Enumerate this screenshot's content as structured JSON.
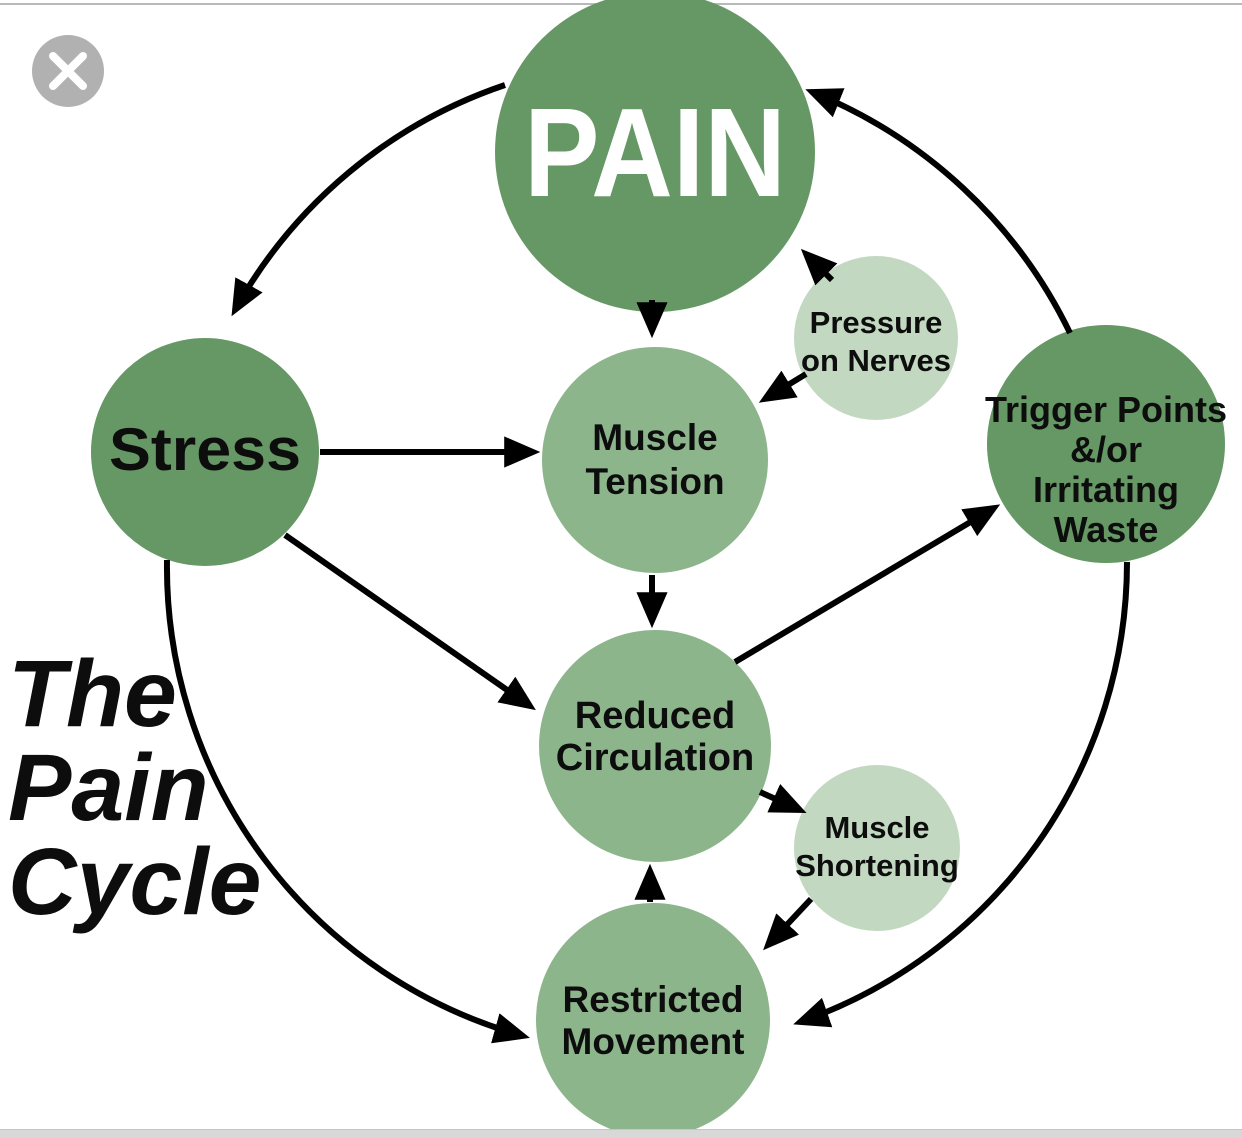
{
  "viewer": {
    "close_label": "Close",
    "icons": {
      "close": "x-mark"
    },
    "colors": {
      "close_bg": "#b1b1b1",
      "close_x": "#ffffff",
      "top_border": "#b9b9b9",
      "bottom_bar": "#d8d8d8"
    }
  },
  "diagram": {
    "title": "The Pain Cycle",
    "title_lines": [
      "The",
      "Pain",
      "Cycle"
    ],
    "colors": {
      "node_dark": "#669865",
      "node_medium": "#8db58c",
      "node_light": "#c3d8c1",
      "text_dark": "#0d0d0d",
      "text_light": "#ffffff",
      "arrow": "#000000",
      "background": "#ffffff"
    },
    "nodes": {
      "pain": {
        "lines": [
          "PAIN"
        ]
      },
      "stress": {
        "lines": [
          "Stress"
        ]
      },
      "muscle_tension": {
        "lines": [
          "Muscle",
          "Tension"
        ]
      },
      "pressure_on_nerves": {
        "lines": [
          "Pressure",
          "on Nerves"
        ]
      },
      "trigger_points": {
        "lines": [
          "Trigger Points",
          "&/or",
          "Irritating",
          "Waste"
        ]
      },
      "reduced_circulation": {
        "lines": [
          "Reduced",
          "Circulation"
        ]
      },
      "muscle_shortening": {
        "lines": [
          "Muscle",
          "Shortening"
        ]
      },
      "restricted_movement": {
        "lines": [
          "Restricted",
          "Movement"
        ]
      }
    },
    "edges": [
      {
        "from": "pain",
        "to": "stress"
      },
      {
        "from": "pain",
        "to": "muscle_tension"
      },
      {
        "from": "stress",
        "to": "muscle_tension"
      },
      {
        "from": "stress",
        "to": "reduced_circulation"
      },
      {
        "from": "stress",
        "to": "restricted_movement"
      },
      {
        "from": "pressure_on_nerves",
        "to": "pain"
      },
      {
        "from": "pressure_on_nerves",
        "to": "muscle_tension"
      },
      {
        "from": "muscle_tension",
        "to": "reduced_circulation"
      },
      {
        "from": "reduced_circulation",
        "to": "trigger_points"
      },
      {
        "from": "reduced_circulation",
        "to": "muscle_shortening"
      },
      {
        "from": "muscle_shortening",
        "to": "restricted_movement"
      },
      {
        "from": "restricted_movement",
        "to": "reduced_circulation"
      },
      {
        "from": "trigger_points",
        "to": "restricted_movement"
      },
      {
        "from": "trigger_points",
        "to": "pain"
      }
    ]
  }
}
